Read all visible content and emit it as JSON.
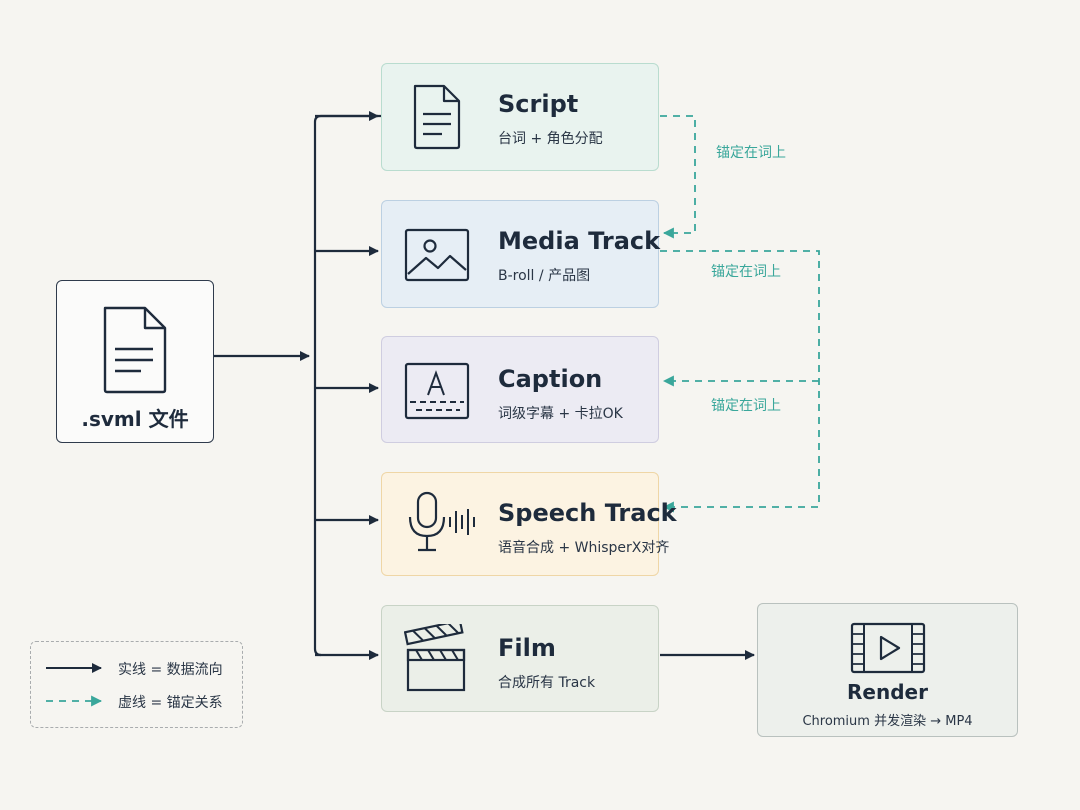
{
  "source": {
    "label": ".svml 文件",
    "icon": "document-icon"
  },
  "tracks": [
    {
      "title": "Script",
      "subtitle": "台词 + 角色分配",
      "icon": "document-icon",
      "color": "#e9f3ef",
      "border": "#b9dccf"
    },
    {
      "title": "Media Track",
      "subtitle": "B-roll / 产品图",
      "icon": "image-icon",
      "color": "#e6eef5",
      "border": "#bcd0e2"
    },
    {
      "title": "Caption",
      "subtitle": "词级字幕 + 卡拉OK",
      "icon": "caption-icon",
      "color": "#ecebf3",
      "border": "#cfcde0"
    },
    {
      "title": "Speech Track",
      "subtitle": "语音合成 + WhisperX对齐",
      "icon": "microphone-icon",
      "color": "#fcf3e2",
      "border": "#efd6a6"
    },
    {
      "title": "Film",
      "subtitle": "合成所有 Track",
      "icon": "clapperboard-icon",
      "color": "#ebefe8",
      "border": "#c8d3c6"
    }
  ],
  "render": {
    "title": "Render",
    "subtitle": "Chromium 并发渲染 → MP4",
    "icon": "video-play-icon"
  },
  "anchor_labels": [
    "锚定在词上",
    "锚定在词上",
    "锚定在词上"
  ],
  "legend": {
    "solid": "实线 = 数据流向",
    "dashed": "虚线 = 锚定关系"
  },
  "colors": {
    "solid": "#1e2b3c",
    "dashed": "#3aa79b"
  }
}
